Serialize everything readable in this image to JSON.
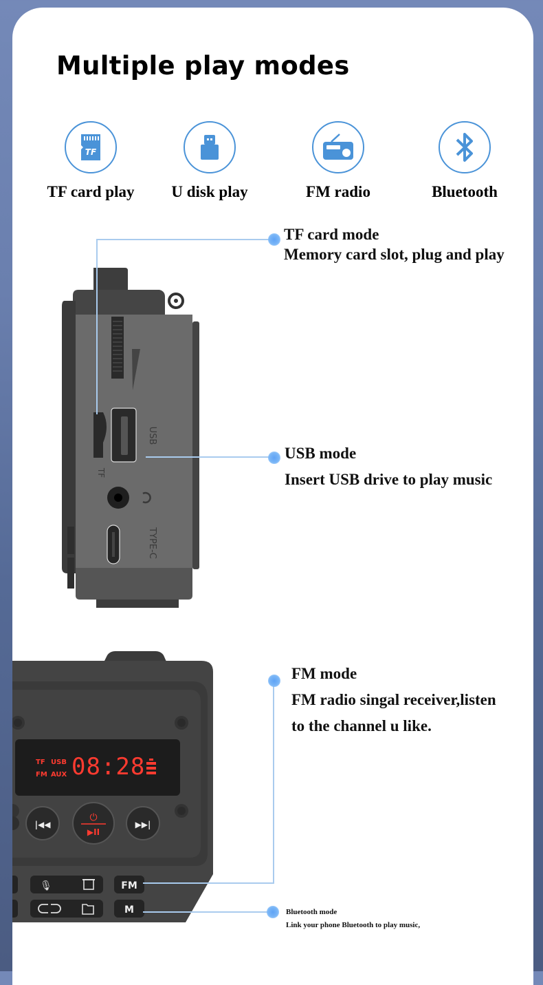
{
  "page": {
    "title": "Multiple play modes",
    "colors": {
      "background": "#6a7fae",
      "accent_blue": "#4a93d8",
      "device_gray": "#5f5f5f",
      "display_red": "#ff3b30"
    }
  },
  "modes": [
    {
      "label": "TF card play",
      "icon": "tf-card-icon"
    },
    {
      "label": "U disk play",
      "icon": "usb-drive-icon"
    },
    {
      "label": "FM radio",
      "icon": "radio-icon"
    },
    {
      "label": "Bluetooth",
      "icon": "bluetooth-icon"
    }
  ],
  "callouts": {
    "tf": {
      "title": "TF card mode",
      "desc": "Memory card slot, plug and play"
    },
    "usb": {
      "title": "USB mode",
      "desc": "Insert USB drive to play music"
    },
    "fm": {
      "title": "FM mode",
      "desc_line1": "FM radio singal receiver,listen",
      "desc_line2": "to the channel u like."
    },
    "bluetooth": {
      "title": "Bluetooth mode",
      "desc": "Link your phone Bluetooth to play music,"
    }
  },
  "device_side": {
    "port_labels": {
      "tf": "TF",
      "usb": "USB",
      "type_c": "TYPE-C"
    }
  },
  "device_front": {
    "display": {
      "indicators": [
        "TF",
        "USB",
        "FM",
        "AUX"
      ],
      "time": "08:28"
    },
    "buttons": {
      "fm": "FM",
      "mode": "M"
    }
  }
}
